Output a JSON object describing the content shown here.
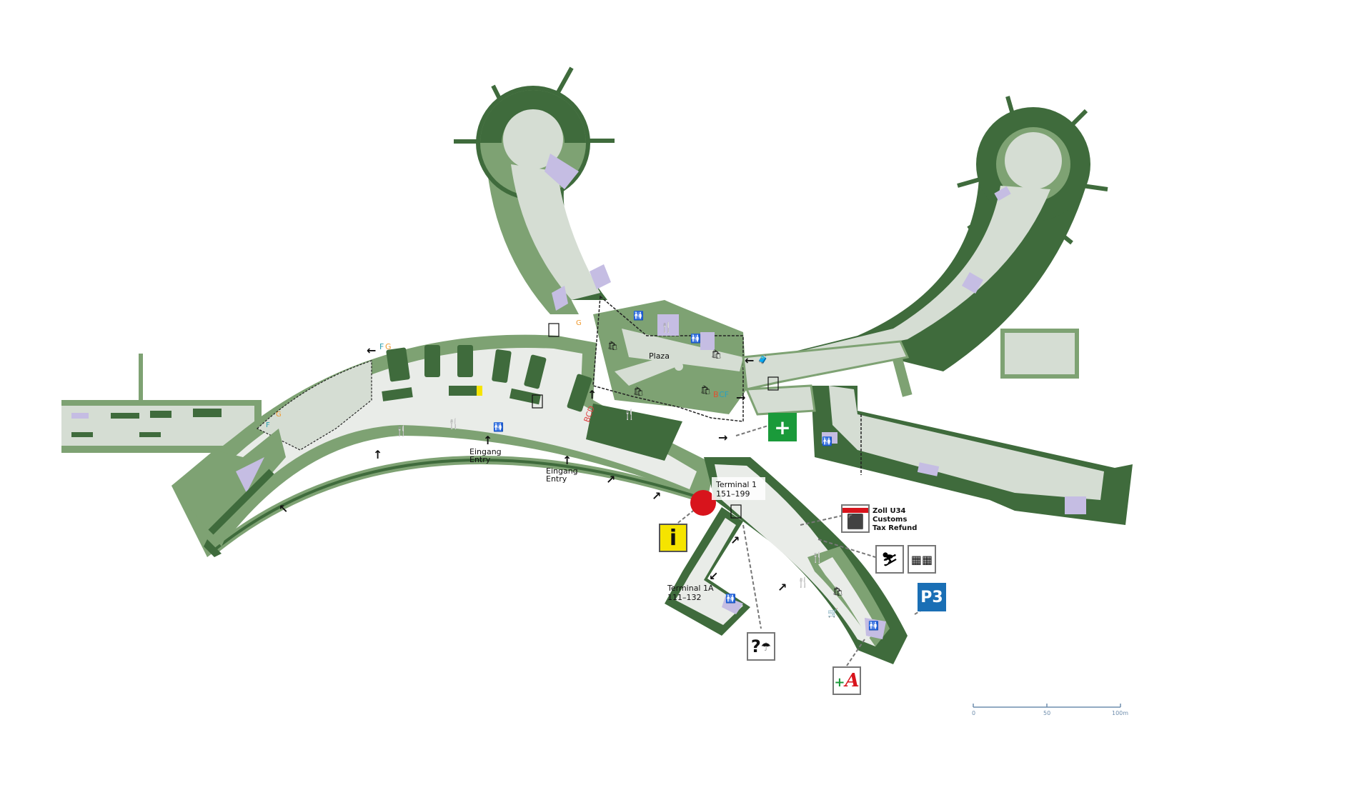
{
  "colors": {
    "dark_green": "#3f6b3c",
    "mid_green": "#7ea273",
    "light_green": "#a9c29e",
    "floor": "#e9ece8",
    "plaza_floor": "#d5ddd3",
    "restroom_purple": "#c5bde3",
    "info_yellow": "#f5e400",
    "first_aid_green": "#1a9a3a",
    "parking_blue": "#1a6fb5",
    "location_red": "#d8141c",
    "scale_blue": "#6f8ead"
  },
  "labels": {
    "terminal1_name": "Terminal 1",
    "terminal1_gates": "151–199",
    "terminal1a_name": "Terminal 1A",
    "terminal1a_gates": "111–132",
    "plaza": "Plaza",
    "entrance_1_de": "Eingang",
    "entrance_1_en": "Entry",
    "entrance_2_de": "Eingang",
    "entrance_2_en": "Entry"
  },
  "gate_letters": {
    "fg_top_f": "F",
    "fg_top_g": "G",
    "fg_left_f": "F",
    "fg_left_g": "G",
    "g_north": "G",
    "bcd": "BCD",
    "bcf_b": "B",
    "bcf_cf": "CF"
  },
  "signs": {
    "info": {
      "icon": "info-icon",
      "glyph": "i"
    },
    "first_aid": {
      "icon": "first-aid-icon",
      "glyph": "+"
    },
    "customs": {
      "icon": "customs-stamp-icon",
      "lines": [
        "Zoll U34",
        "Customs",
        "Tax Refund"
      ]
    },
    "oversize_baggage": {
      "icon": "ski-bike-icon"
    },
    "lockers": {
      "icon": "luggage-lockers-icon"
    },
    "parking": {
      "icon": "parking-icon",
      "text": "P3"
    },
    "pharmacy": {
      "icon": "pharmacy-icon"
    },
    "lost_found": {
      "icon": "lost-and-found-icon",
      "glyph": "?"
    }
  },
  "scale_bar": {
    "ticks": [
      "0",
      "50",
      "100m"
    ]
  },
  "current_location": {
    "marker": "red-dot"
  }
}
